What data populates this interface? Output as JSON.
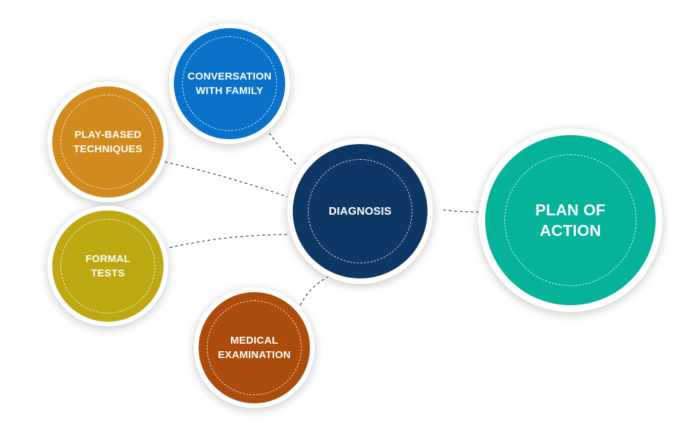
{
  "diagram": {
    "nodes": {
      "conversation": {
        "label": "CONVERSATION\nWITH FAMILY",
        "color": "#0a72c9"
      },
      "play": {
        "label": "PLAY-BASED\nTECHNIQUES",
        "color": "#d18a1e"
      },
      "formal": {
        "label": "FORMAL\nTESTS",
        "color": "#bda812"
      },
      "medical": {
        "label": "MEDICAL\nEXAMINATION",
        "color": "#ab4b0c"
      },
      "diagnosis": {
        "label": "DIAGNOSIS",
        "color": "#0d3764"
      },
      "plan": {
        "label": "PLAN OF\nACTION",
        "color": "#05b399"
      }
    },
    "connector_color": "#1f3d6b"
  }
}
